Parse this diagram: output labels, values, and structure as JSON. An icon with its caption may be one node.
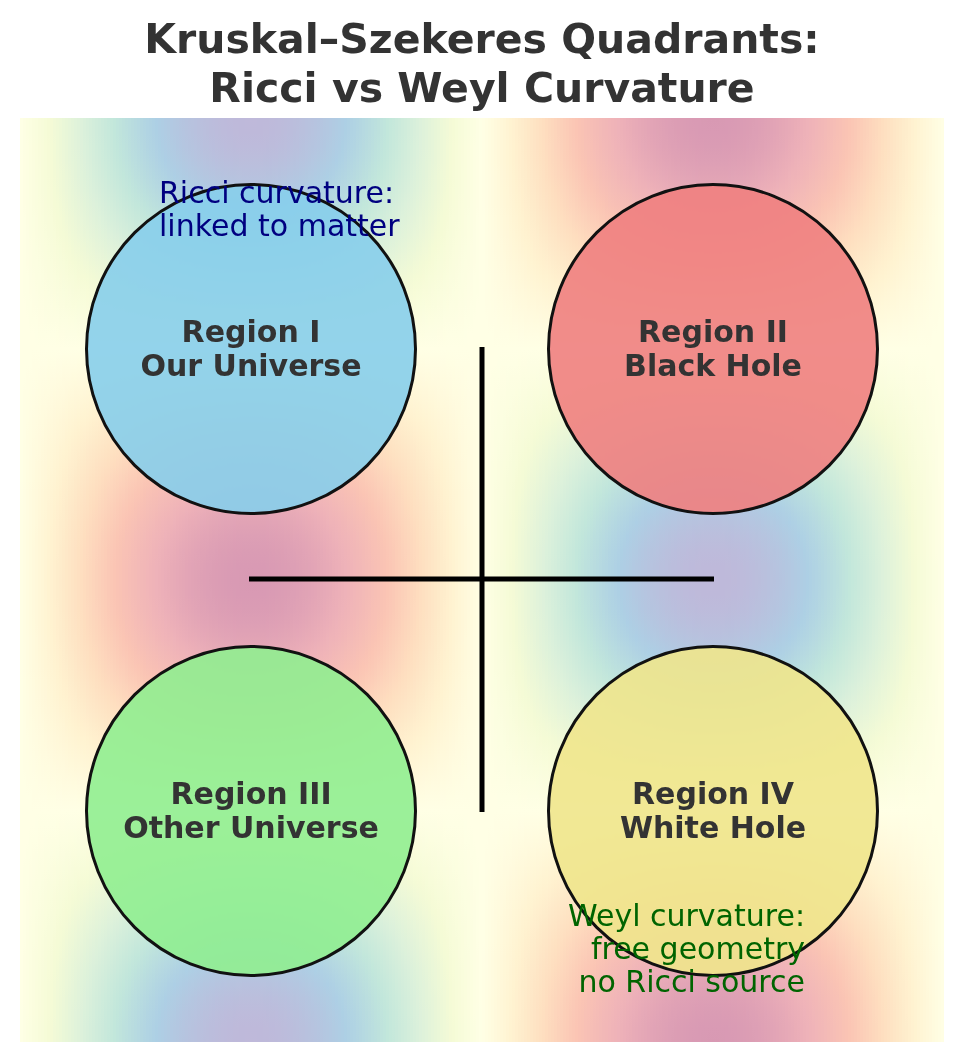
{
  "diagram": {
    "title": "Kruskal–Szekeres Quadrants: Ricci vs Weyl Curvature",
    "nodes": [
      {
        "text": [
          "Region I",
          "Our Universe"
        ]
      },
      {
        "text": [
          "Region II",
          "Black Hole"
        ]
      },
      {
        "text": [
          "Region III",
          "Other Universe"
        ]
      },
      {
        "text": [
          "Region IV",
          "White Hole"
        ]
      }
    ],
    "labels": [
      "Ricci curvature: linked to matter",
      "Weyl curvature: free geometry no Ricci source"
    ]
  }
}
